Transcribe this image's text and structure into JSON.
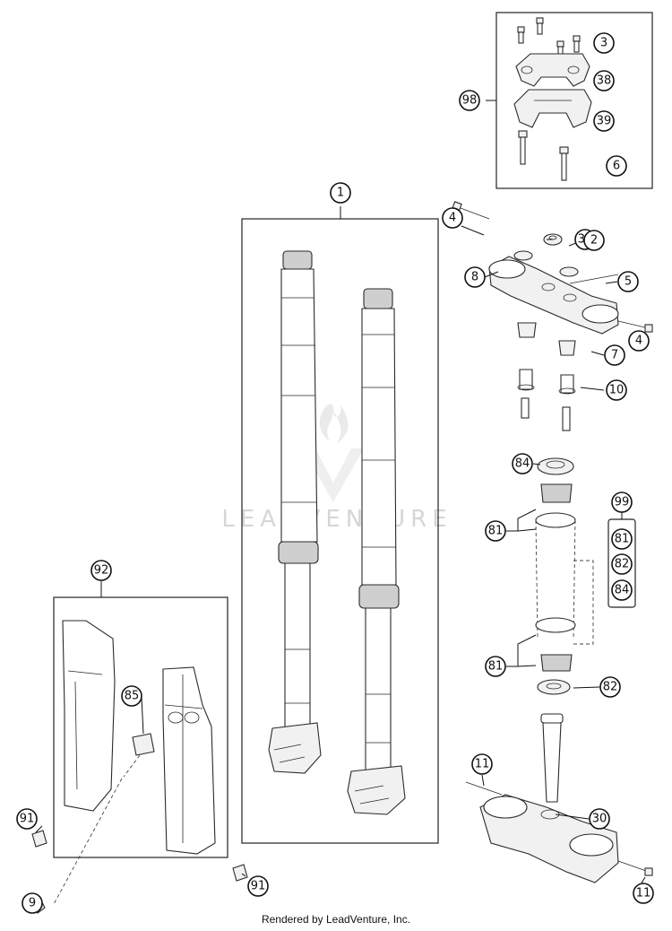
{
  "watermark": "LEADVENTURE",
  "footer": "Rendered by LeadVenture, Inc.",
  "callouts": {
    "c3": "3",
    "c38": "38",
    "c39": "39",
    "c6": "6",
    "c98": "98",
    "c1": "1",
    "c4a": "4",
    "c36": "36",
    "c2": "2",
    "c8": "8",
    "c5": "5",
    "c4b": "4",
    "c7": "7",
    "c10": "10",
    "c84a": "84",
    "c99": "99",
    "c81a": "81",
    "c81b": "81",
    "c82a": "82",
    "c84b": "84",
    "c81c": "81",
    "c82b": "82",
    "c92": "92",
    "c85": "85",
    "c91a": "91",
    "c91b": "91",
    "c9": "9",
    "c11a": "11",
    "c30": "30",
    "c11b": "11"
  }
}
